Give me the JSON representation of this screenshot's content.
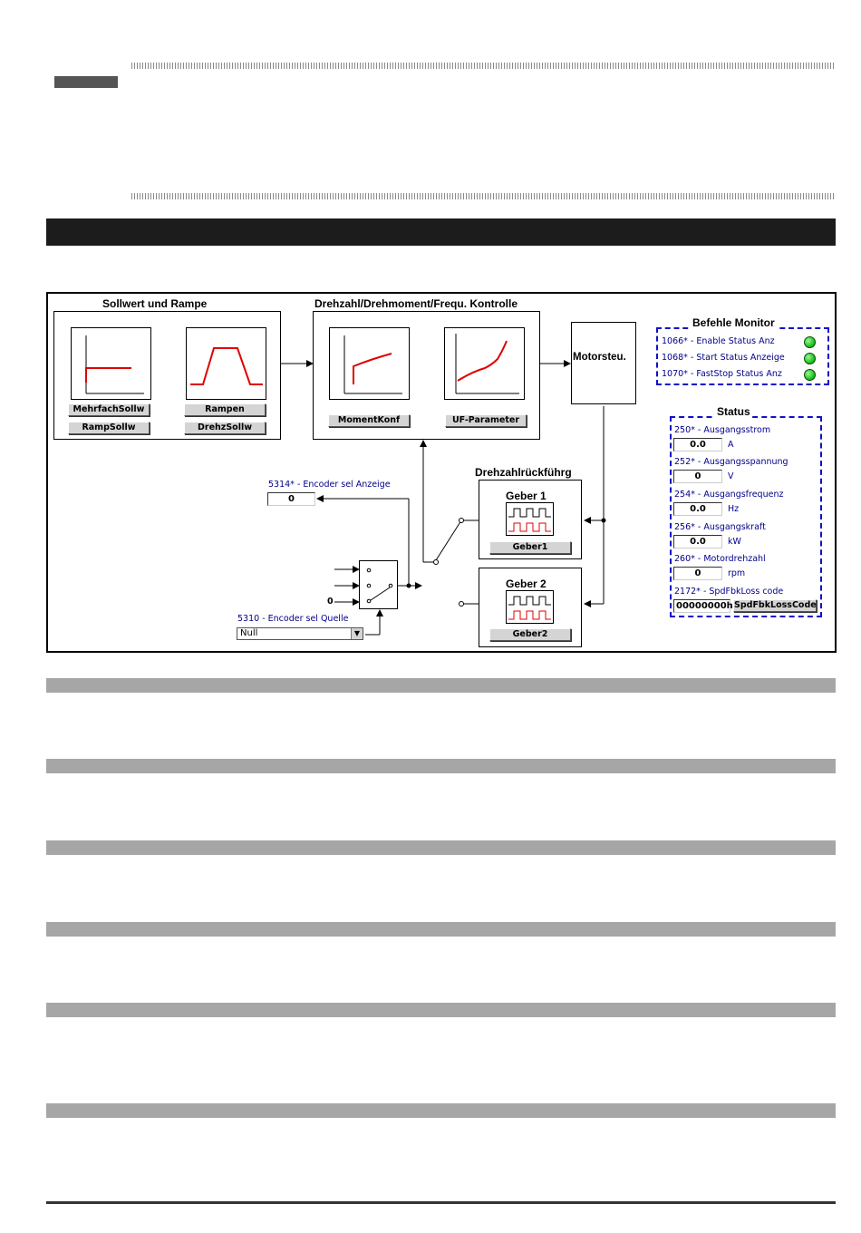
{
  "diagram": {
    "setpoint_group_title": "Sollwert und Rampe",
    "control_group_title": "Drehzahl/Drehmoment/Frequ. Kontrolle",
    "motor_block_label": "Motorsteu.",
    "feedback_title": "Drehzahlrückführg",
    "buttons": {
      "mehrfach": "MehrfachSollw",
      "rampsollw": "RampSollw",
      "rampen": "Rampen",
      "drehzsollw": "DrehzSollw",
      "momentkonf": "MomentKonf",
      "uf_parameter": "UF-Parameter",
      "geber1": "Geber1",
      "geber2": "Geber2"
    },
    "encoder1_title": "Geber 1",
    "encoder2_title": "Geber 2",
    "encoder_display_label": "5314* - Encoder sel Anzeige",
    "encoder_display_value": "0",
    "encoder_source_label": "5310 - Encoder sel Quelle",
    "encoder_source_value": "Null",
    "switch_zero_input": "0",
    "colors": {
      "curve": "#e00000",
      "border_dashed": "#1010c8",
      "led": "#1ec81e"
    }
  },
  "monitor": {
    "title": "Befehle Monitor",
    "items": [
      {
        "label": "1066* - Enable Status Anz",
        "state": "on"
      },
      {
        "label": "1068* - Start Status Anzeige",
        "state": "on"
      },
      {
        "label": "1070* - FastStop Status Anz",
        "state": "on"
      }
    ]
  },
  "status": {
    "title": "Status",
    "items": [
      {
        "label": "250* - Ausgangsstrom",
        "value": "0.0",
        "unit": "A"
      },
      {
        "label": "252* - Ausgangsspannung",
        "value": "0",
        "unit": "V"
      },
      {
        "label": "254* - Ausgangsfrequenz",
        "value": "0.0",
        "unit": "Hz"
      },
      {
        "label": "256* - Ausgangskraft",
        "value": "0.0",
        "unit": "kW"
      },
      {
        "label": "260* - Motordrehzahl",
        "value": "0",
        "unit": "rpm"
      }
    ],
    "loss_code_label": "2172* - SpdFbkLoss code",
    "loss_code_value": "00000000h",
    "loss_code_button": "SpdFbkLossCode"
  }
}
